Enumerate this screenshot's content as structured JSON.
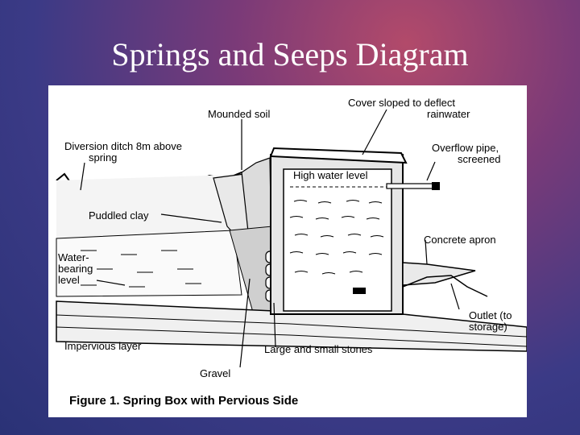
{
  "slide": {
    "title": "Springs and Seeps Diagram"
  },
  "diagram": {
    "labels": {
      "mounded_soil": "Mounded soil",
      "cover_line1": "Cover sloped to deflect",
      "cover_line2": "rainwater",
      "diversion_line1": "Diversion ditch 8m above",
      "diversion_line2": "spring",
      "overflow_line1": "Overflow pipe,",
      "overflow_line2": "screened",
      "high_water": "High water level",
      "puddled_clay": "Puddled clay",
      "concrete_apron": "Concrete apron",
      "water_line1": "Water-",
      "water_line2": "bearing",
      "water_line3": "level",
      "outlet_line1": "Outlet (to",
      "outlet_line2": "storage)",
      "impervious": "Impervious layer",
      "stones": "Large and small stones",
      "gravel": "Gravel"
    },
    "caption": "Figure 1. Spring Box with Pervious Side"
  }
}
